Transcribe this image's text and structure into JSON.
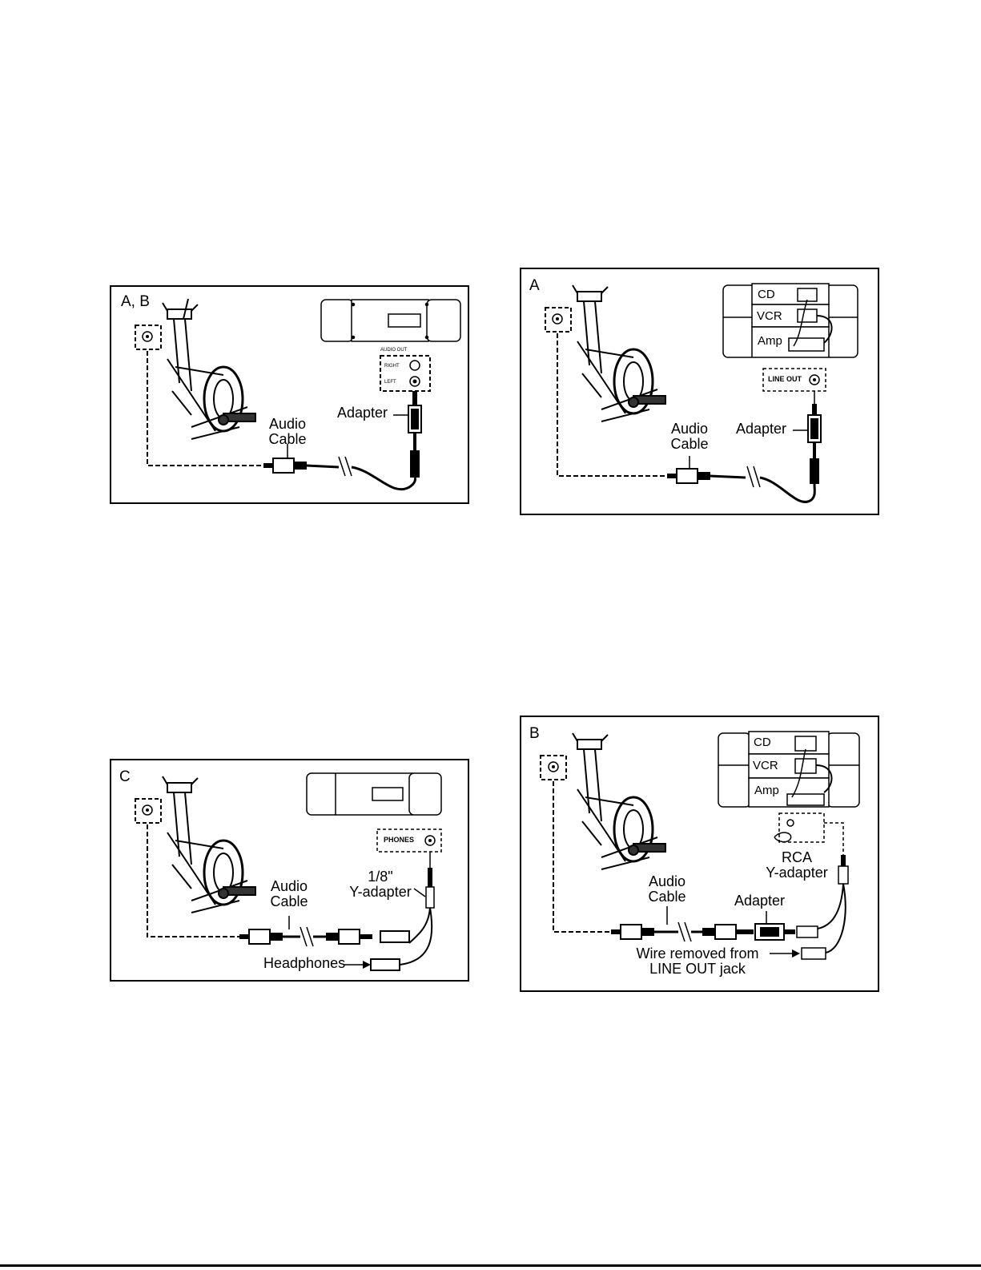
{
  "panel_ab": {
    "tag": "A, B",
    "audio_out": "AUDIO OUT",
    "right": "RIGHT",
    "left": "LEFT",
    "adapter": "Adapter",
    "audio": "Audio",
    "cable": "Cable"
  },
  "panel_a": {
    "tag": "A",
    "cd": "CD",
    "vcr": "VCR",
    "amp": "Amp",
    "line_out": "LINE OUT",
    "adapter": "Adapter",
    "audio": "Audio",
    "cable": "Cable"
  },
  "panel_c": {
    "tag": "C",
    "phones": "PHONES",
    "y1": "1/8\"",
    "y2": "Y-adapter",
    "audio": "Audio",
    "cable": "Cable",
    "headphones": "Headphones"
  },
  "panel_b": {
    "tag": "B",
    "cd": "CD",
    "vcr": "VCR",
    "amp": "Amp",
    "rca": "RCA",
    "y_adapter": "Y-adapter",
    "audio": "Audio",
    "cable": "Cable",
    "adapter": "Adapter",
    "wire1": "Wire removed from",
    "wire2": "LINE OUT jack"
  }
}
